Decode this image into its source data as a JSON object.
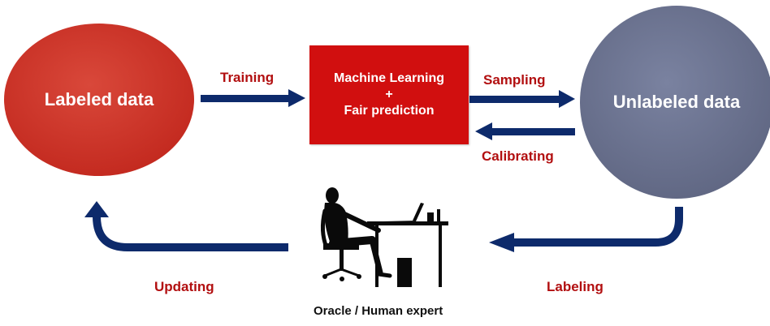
{
  "nodes": {
    "labeled": {
      "label": "Labeled data",
      "color": "#cf3a2d"
    },
    "ml_box": {
      "line1": "Machine Learning",
      "line2": "+",
      "line3": "Fair prediction",
      "color": "#d10f0f"
    },
    "unlabeled": {
      "label": "Unlabeled data",
      "color": "#6e7591"
    },
    "oracle": {
      "label": "Oracle / Human expert"
    }
  },
  "edges": {
    "training": "Training",
    "sampling": "Sampling",
    "calibrating": "Calibrating",
    "updating": "Updating",
    "labeling": "Labeling"
  },
  "colors": {
    "arrow": "#0d2a6b",
    "edge_label": "#b20f10"
  }
}
